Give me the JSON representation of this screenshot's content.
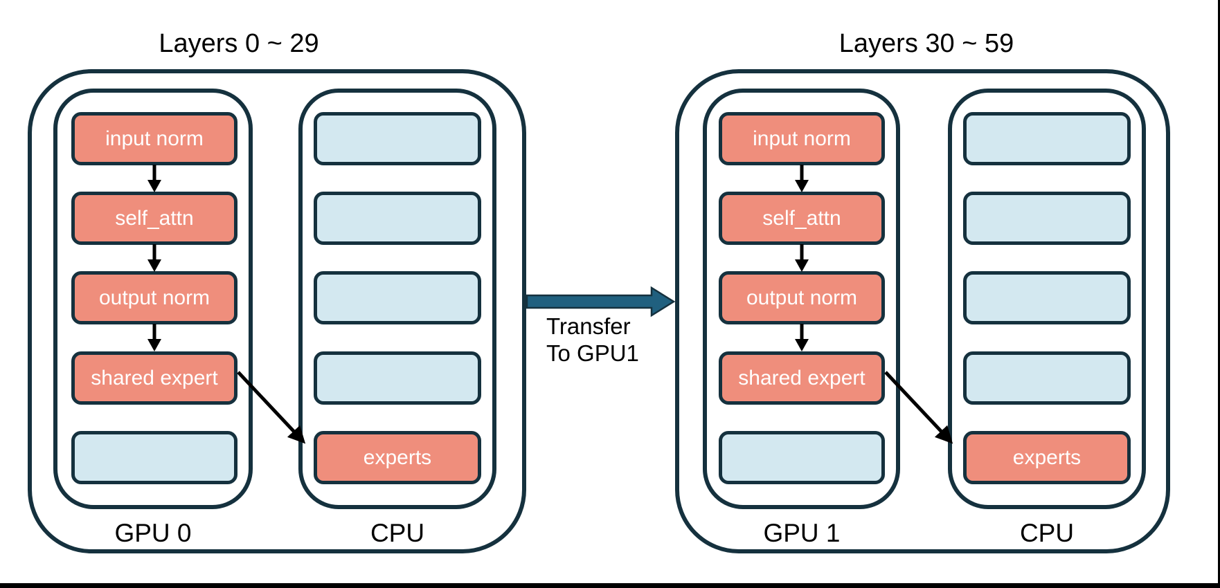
{
  "groups": [
    {
      "title": "Layers 0 ~ 29",
      "gpu": {
        "label": "GPU 0",
        "boxes": [
          {
            "label": "input norm",
            "type": "resident"
          },
          {
            "label": "self_attn",
            "type": "resident"
          },
          {
            "label": "output norm",
            "type": "resident"
          },
          {
            "label": "shared expert",
            "type": "resident"
          },
          {
            "label": "",
            "type": "empty"
          }
        ]
      },
      "cpu": {
        "label": "CPU",
        "boxes": [
          {
            "label": "",
            "type": "empty"
          },
          {
            "label": "",
            "type": "empty"
          },
          {
            "label": "",
            "type": "empty"
          },
          {
            "label": "",
            "type": "empty"
          },
          {
            "label": "experts",
            "type": "offloaded"
          }
        ]
      }
    },
    {
      "title": "Layers 30 ~ 59",
      "gpu": {
        "label": "GPU 1",
        "boxes": [
          {
            "label": "input norm",
            "type": "resident"
          },
          {
            "label": "self_attn",
            "type": "resident"
          },
          {
            "label": "output norm",
            "type": "resident"
          },
          {
            "label": "shared expert",
            "type": "resident"
          },
          {
            "label": "",
            "type": "empty"
          }
        ]
      },
      "cpu": {
        "label": "CPU",
        "boxes": [
          {
            "label": "",
            "type": "empty"
          },
          {
            "label": "",
            "type": "empty"
          },
          {
            "label": "",
            "type": "empty"
          },
          {
            "label": "",
            "type": "empty"
          },
          {
            "label": "experts",
            "type": "offloaded"
          }
        ]
      }
    }
  ],
  "transfer": {
    "line1": "Transfer",
    "line2": "To GPU1"
  },
  "colors": {
    "outline_navy": "#15313E",
    "gpu_resident_fill": "#EF8E7C",
    "empty_slot_fill": "#D3E8F0",
    "transfer_arrow_fill": "#20607F",
    "box_text": "#FFFFFF",
    "label_text": "#000000"
  }
}
